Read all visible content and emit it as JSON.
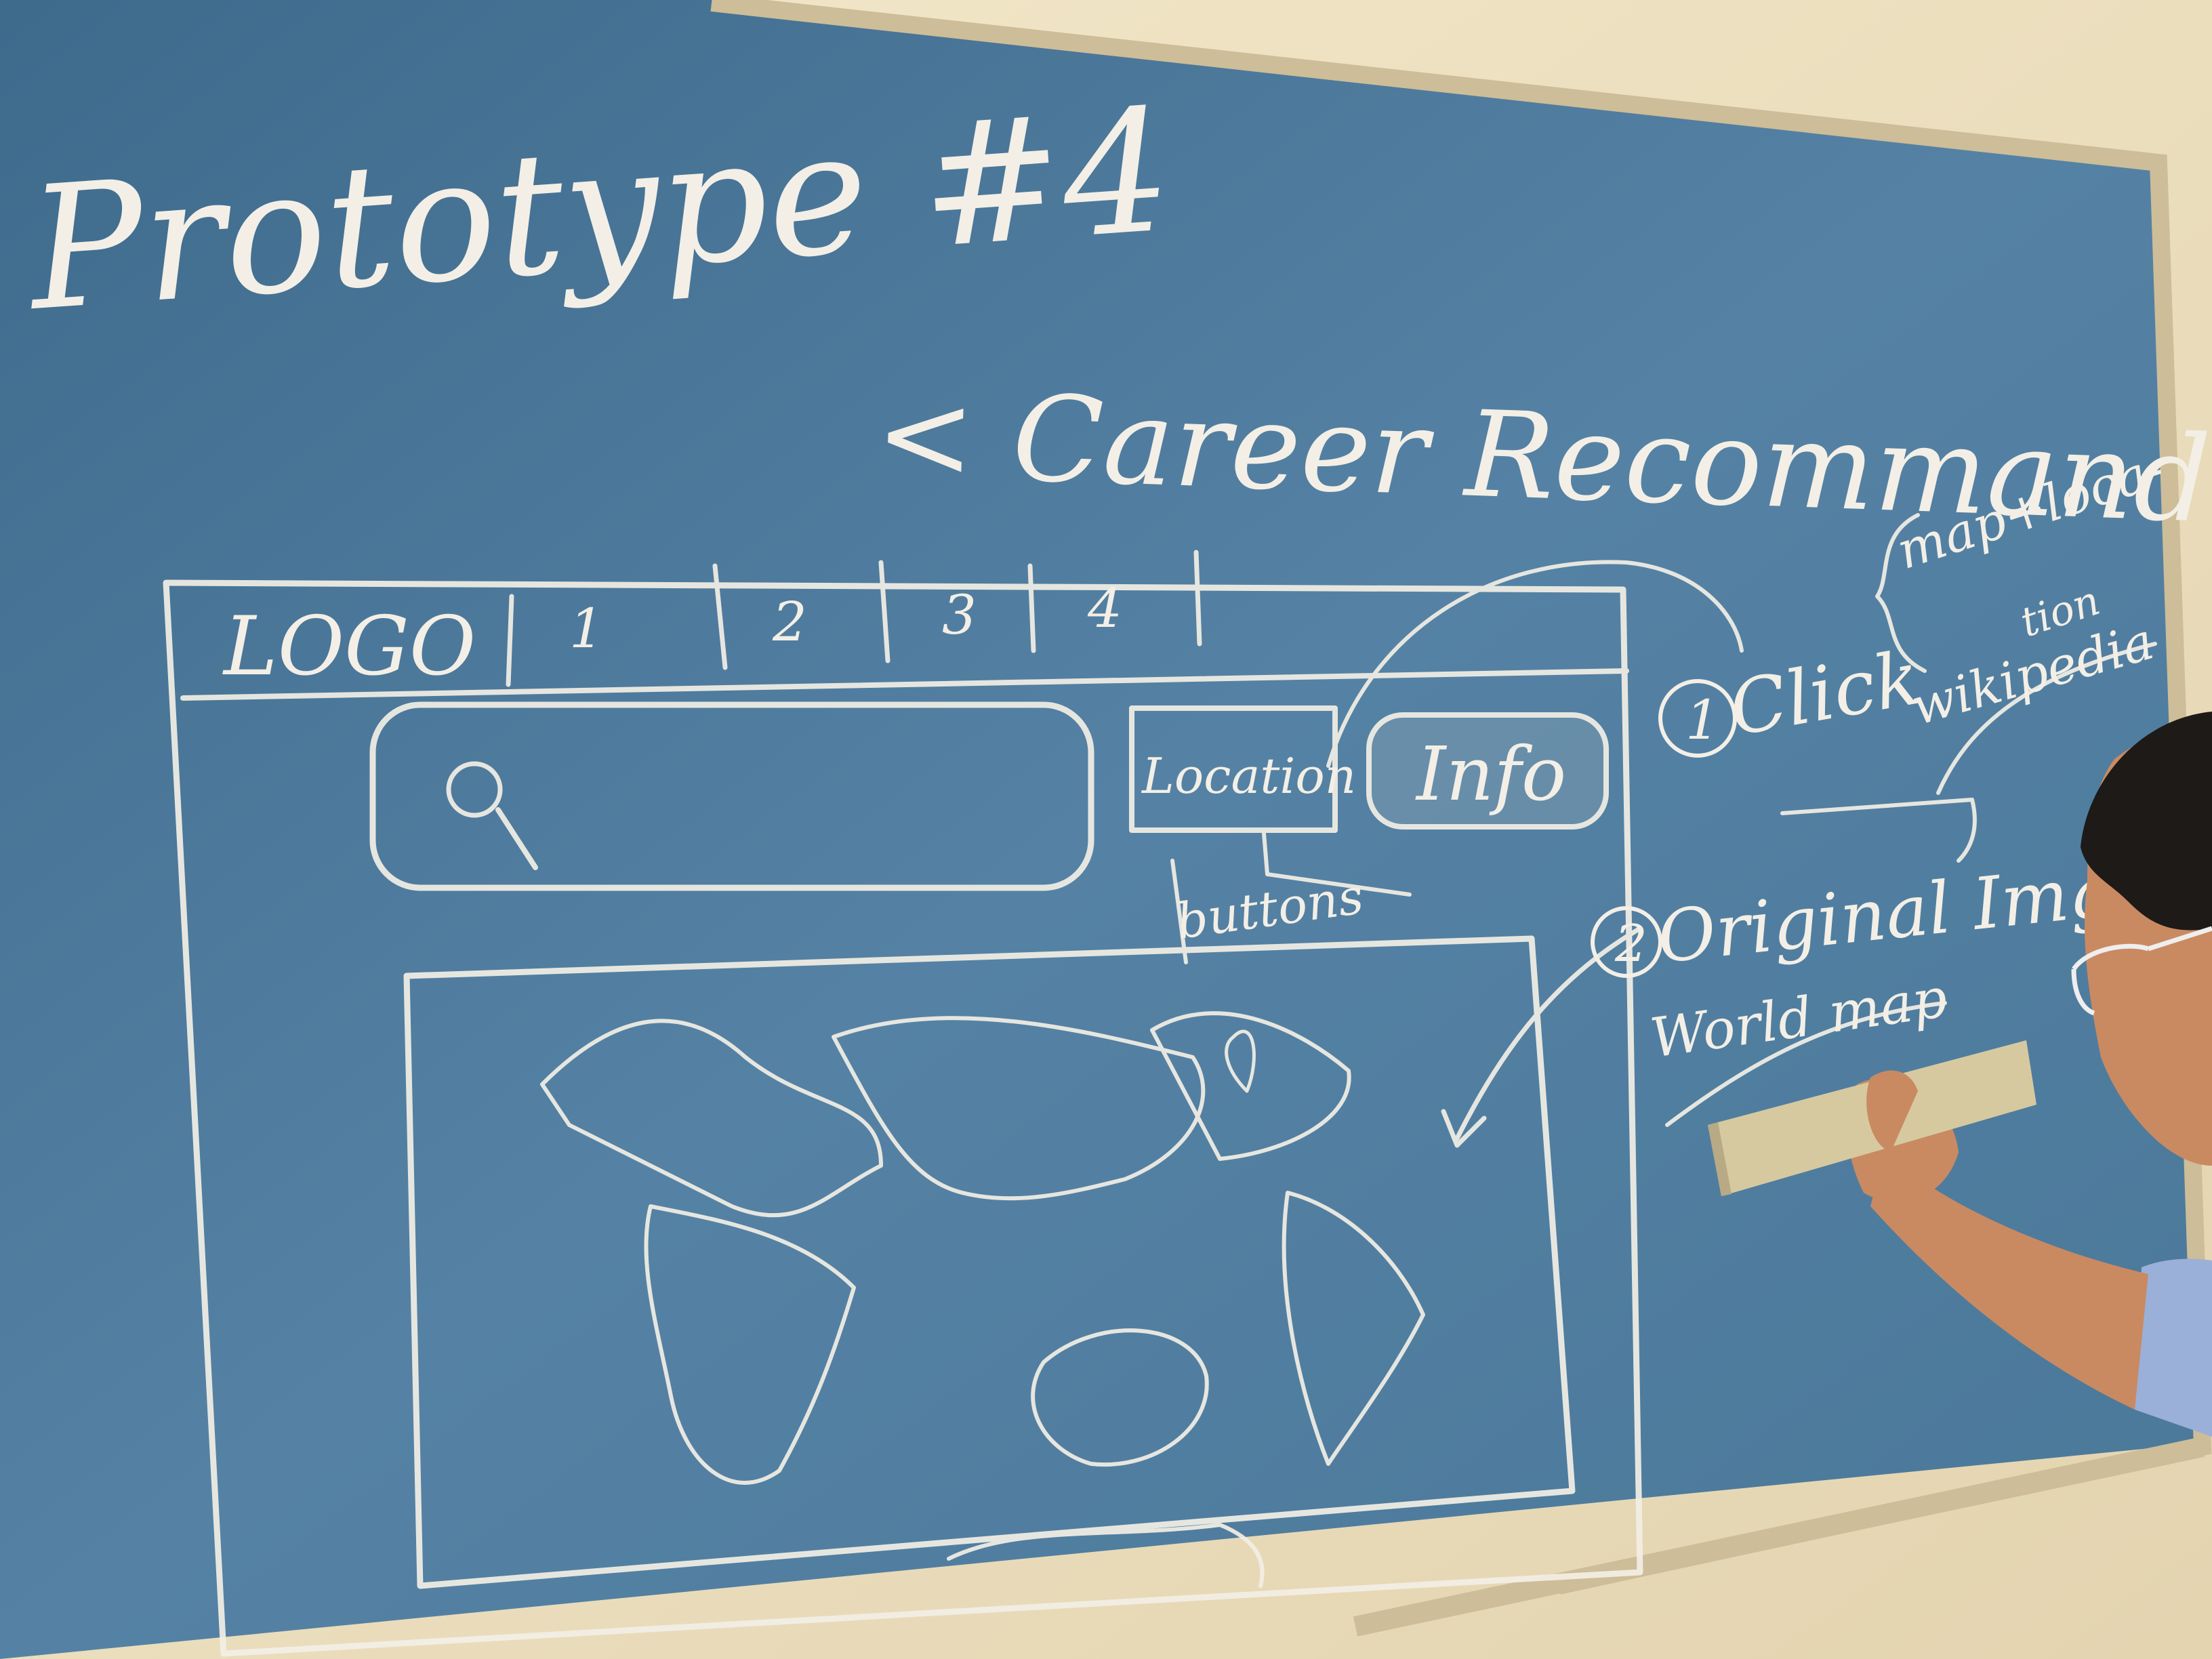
{
  "board": {
    "title": "Prototype #4",
    "subtitle": "< Career Recommandation >",
    "sketch": {
      "logo": "LOGO",
      "tabs": [
        "1",
        "2",
        "3",
        "4"
      ],
      "location_button": "Location",
      "info_button": "Info",
      "buttons_note": "buttons"
    },
    "notes": {
      "note1_number": "1",
      "note1": "Click",
      "note1_detail_a": "map+loca-",
      "note1_detail_b": "tion",
      "note1_detail_c": "wikipedia",
      "note2_number": "2",
      "note2": "Original Img",
      "note2_detail": "World map"
    }
  },
  "colors": {
    "board": "#4f7a9c",
    "board_dark": "#3f6888",
    "chalk": "#f3efe6",
    "wall": "#eadfc2",
    "frame": "#c8b896",
    "eraser": "#d6c9a0",
    "skin": "#c98a62",
    "hair": "#1e1a18",
    "shirt": "#9ab0d8"
  }
}
